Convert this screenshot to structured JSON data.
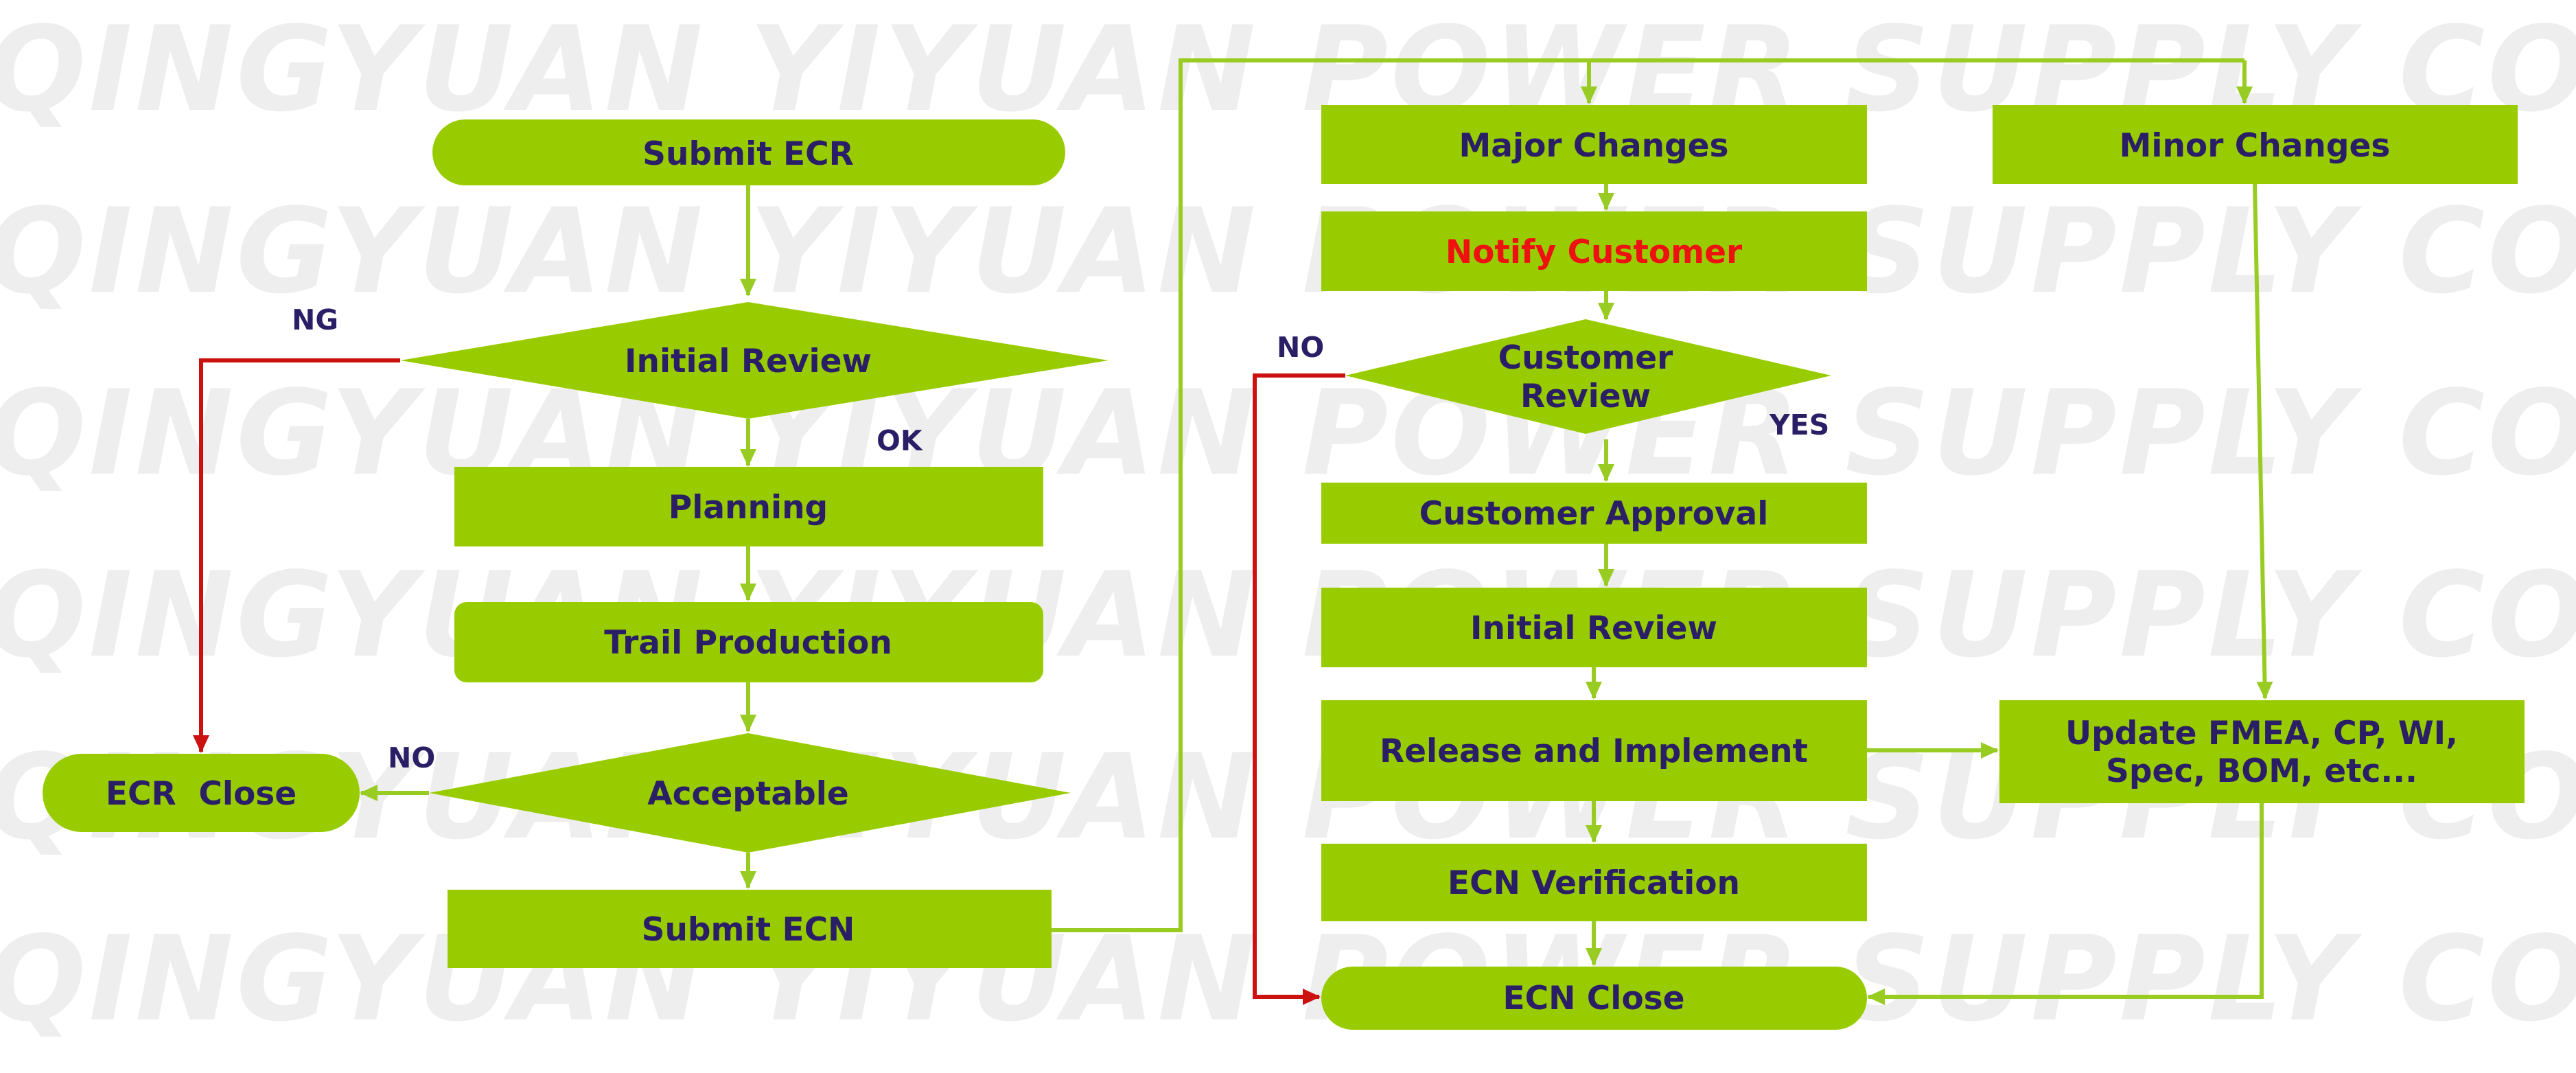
{
  "watermark": "QINGYUAN YIYUAN POWER SUPPLY CO., LTD.",
  "colors": {
    "node": "#99cc00",
    "connector": "#99cc22",
    "reject_connector": "#cc1111",
    "text": "#2a1f66",
    "highlight_text": "#ee1111",
    "watermark": "#eeeeee"
  },
  "nodes": {
    "submit_ecr": "Submit ECR",
    "initial_review_1": "Initial Review",
    "planning": "Planning",
    "trail_production": "Trail Production",
    "acceptable": "Acceptable",
    "ecr_close": "ECR  Close",
    "submit_ecn": "Submit ECN",
    "major_changes": "Major Changes",
    "notify_customer": "Notify Customer",
    "customer_review_line1": "Customer",
    "customer_review_line2": "Review",
    "customer_approval": "Customer Approval",
    "initial_review_2": "Initial Review",
    "release_implement": "Release and Implement",
    "ecn_verification": "ECN Verification",
    "ecn_close": "ECN Close",
    "minor_changes": "Minor Changes",
    "update_docs_line1": "Update FMEA, CP, WI,",
    "update_docs_line2": "Spec, BOM, etc..."
  },
  "edge_labels": {
    "ng": "NG",
    "ok": "OK",
    "no_acceptable": "NO",
    "no_customer": "NO",
    "yes": "YES"
  }
}
